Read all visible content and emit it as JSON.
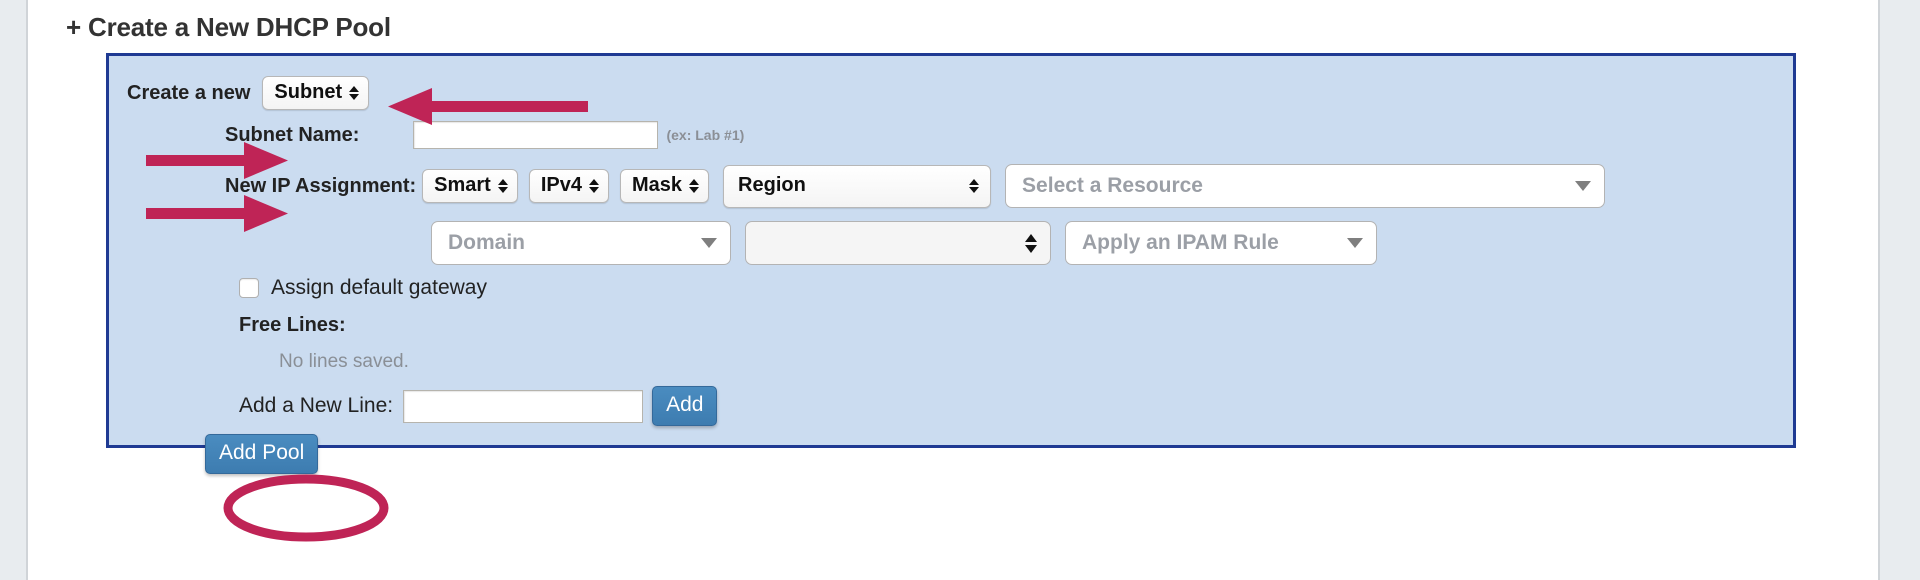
{
  "page": {
    "title": "+ Create a New DHCP Pool"
  },
  "form": {
    "create_a_new_label": "Create a new",
    "object_type_value": "Subnet",
    "subnet_name_label": "Subnet Name:",
    "subnet_name_value": "",
    "subnet_name_hint": "(ex: Lab #1)",
    "ip_assignment_label": "New IP Assignment:",
    "mode_value": "Smart",
    "protocol_value": "IPv4",
    "mask_value": "Mask",
    "region_value": "Region",
    "resource_placeholder": "Select a Resource",
    "domain_placeholder": "Domain",
    "secondary_select_value": "",
    "ipam_rule_placeholder": "Apply an IPAM Rule",
    "assign_gateway_label": "Assign default gateway",
    "assign_gateway_checked": false,
    "free_lines_label": "Free Lines:",
    "no_lines_text": "No lines saved.",
    "add_line_label": "Add a New Line:",
    "add_line_value": "",
    "add_button_label": "Add",
    "add_pool_button_label": "Add Pool"
  },
  "annotations": {
    "color": "#bf2456",
    "arrow_create_a_new": "arrow pointing left at object type dropdown",
    "arrow_subnet_name": "arrow pointing right at Subnet Name label",
    "arrow_ip_assignment": "arrow pointing right at New IP Assignment label",
    "ellipse_add_pool": "ellipse highlighting Add Pool button"
  },
  "colors": {
    "panel_background": "#cbdcf0",
    "panel_border": "#1f3a93",
    "button_blue": "#3d7cb0",
    "annotation_crimson": "#bf2456",
    "gutter_gray": "#e8ecef"
  }
}
